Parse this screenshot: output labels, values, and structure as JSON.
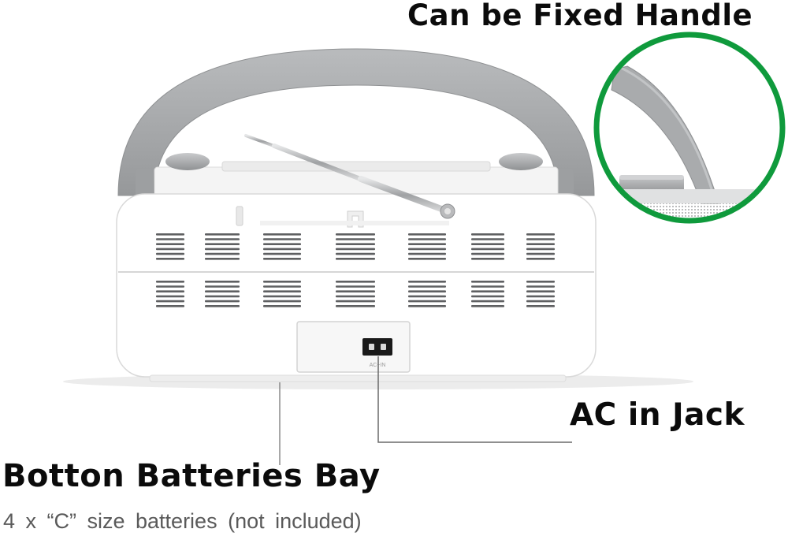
{
  "callouts": {
    "handle": {
      "title": "Can be Fixed Handle",
      "ring_color": "#0f9a3c"
    },
    "ac_jack": {
      "title": "AC in Jack",
      "port_marking": "AC~IN"
    },
    "battery_bay": {
      "title": "Botton Batteries Bay",
      "note": "4 x “C” size batteries (not included)"
    }
  },
  "colors": {
    "body": "#ffffff",
    "handle": "#a7a9ab",
    "leader_line": "#6a6a6a"
  }
}
